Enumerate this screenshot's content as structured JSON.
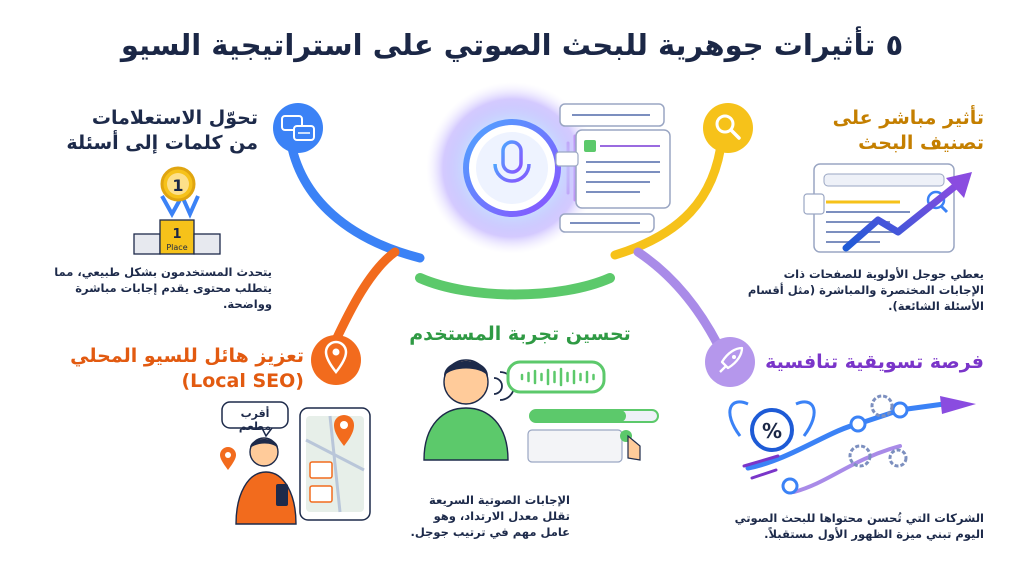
{
  "title": "٥ تأثيرات جوهرية للبحث الصوتي على استراتيجية السيو",
  "colors": {
    "blue": "#3b82f6",
    "yellow": "#f6c21a",
    "orange": "#f26b1d",
    "green": "#5cc96b",
    "purple": "#a98be8",
    "accent_purple": "#7a35c9",
    "dark": "#1b2746"
  },
  "sections": {
    "queries": {
      "heading": [
        "تحوّل الاستعلامات",
        "من كلمات إلى أسئلة"
      ],
      "body": [
        "يتحدث المستخدمون بشكل طبيعي، مما",
        "يتطلب محتوى يقدم إجابات مباشرة",
        "وواضحة."
      ],
      "icon": "chat-bubbles-icon",
      "color": "#3b82f6",
      "podium_label": "Place"
    },
    "ranking": {
      "heading": [
        "تأثير مباشر على",
        "تصنيف البحث"
      ],
      "body": [
        "يعطي جوجل الأولوية للصفحات ذات",
        "الإجابات المختصرة والمباشرة (مثل أقسام",
        "الأسئلة الشائعة)."
      ],
      "icon": "magnifier-icon",
      "color": "#f6c21a"
    },
    "local": {
      "heading": [
        "تعزيز هائل للسيو المحلي",
        "(Local SEO)"
      ],
      "bubble": "أقرب مطعم",
      "icon": "map-pin-icon",
      "color": "#f26b1d"
    },
    "ux": {
      "heading": "تحسين تجربة المستخدم",
      "body": [
        "الإجابات الصوتية السريعة",
        "تقلل معدل الارتداد، وهو",
        "عامل مهم في ترتيب جوجل."
      ],
      "color": "#5cc96b"
    },
    "competitive": {
      "heading": "فرصة تسويقية تنافسية",
      "body": [
        "الشركات التي تُحسن محتواها للبحث الصوتي",
        "اليوم تبني ميزة الظهور الأول مستقبلاً."
      ],
      "icon": "rocket-icon",
      "color": "#a98be8"
    }
  },
  "badges": {
    "medal": "1",
    "podium": "1"
  },
  "center": {
    "icon": "microphone-icon"
  }
}
